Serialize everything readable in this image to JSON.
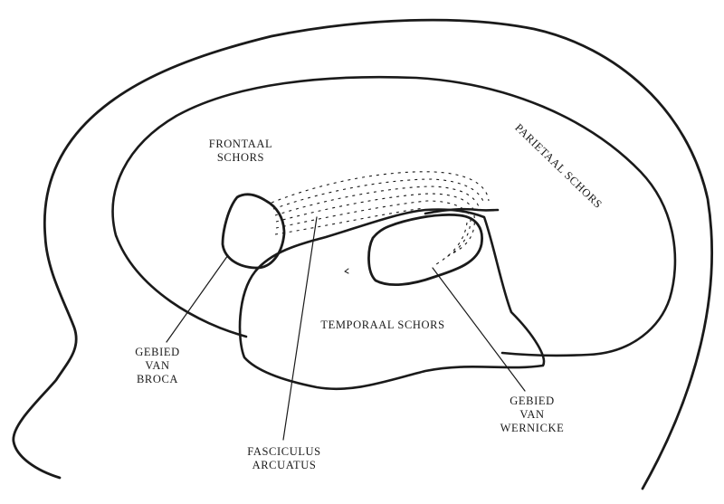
{
  "labels": {
    "frontaal": [
      "FRONTAAL",
      "SCHORS"
    ],
    "parietaal": "PARIETAAL SCHORS",
    "temporaal": "TEMPORAAL SCHORS",
    "broca": [
      "GEBIED",
      "VAN",
      "BROCA"
    ],
    "wernicke": [
      "GEBIED",
      "VAN",
      "WERNICKE"
    ],
    "fasciculus": [
      "FASCICULUS",
      "ARCUATUS"
    ]
  },
  "colors": {
    "ink": "#1a1a1a",
    "background": "#ffffff"
  }
}
